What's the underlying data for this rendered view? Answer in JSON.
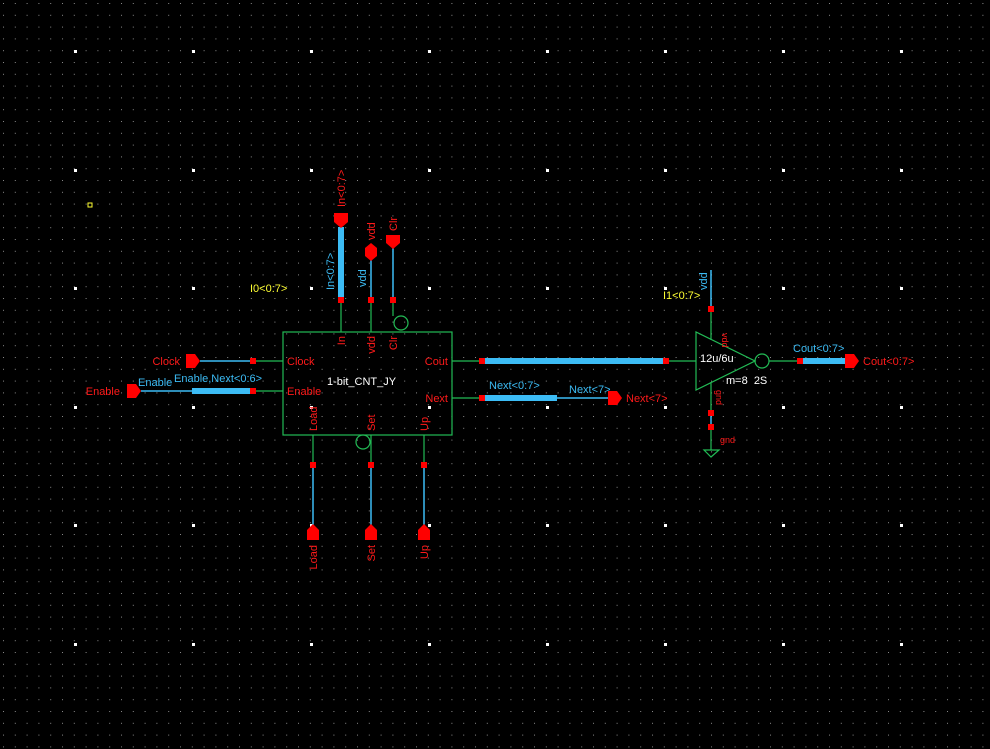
{
  "window": {
    "type": "schematic-editor"
  },
  "instance_main": {
    "cell_name": "1-bit_CNT_JY",
    "instance_name": "I0<0:7>",
    "pins": {
      "clock": "Clock",
      "enable": "Enable",
      "cout": "Cout",
      "next": "Next",
      "in": "In",
      "vdd": "vdd",
      "clr": "Clr",
      "load": "Load",
      "set": "Set",
      "up": "Up"
    }
  },
  "instance_inverter": {
    "instance_name": "I1<0:7>",
    "size": "12u/6u",
    "params": "m=8  2S",
    "vdd_pin": "vdd",
    "gnd_pin": "gnd",
    "gnd_label": "gnd"
  },
  "ports": {
    "clock": "Clock",
    "enable": "Enable",
    "in": "In<0:7>",
    "vdd": "vdd",
    "clr": "Clr",
    "load": "Load",
    "set": "Set",
    "up": "Up",
    "next7": "Next<7>",
    "cout": "Cout<0:7>"
  },
  "nets": {
    "enable": "Enable",
    "enable_bus": "Enable,Next<0:6>",
    "in_bus": "In<0:7>",
    "vdd": "vdd",
    "next_bus": "Next<0:7>",
    "next7": "Next<7>",
    "cout_bus": "Cout<0:7>",
    "vdd_inv": "vdd"
  },
  "colors": {
    "background": "#000000",
    "wire": "#3cbcf5",
    "symbol": "#22bb55",
    "pin": "#ff0000",
    "instance_label": "#ffff33"
  }
}
